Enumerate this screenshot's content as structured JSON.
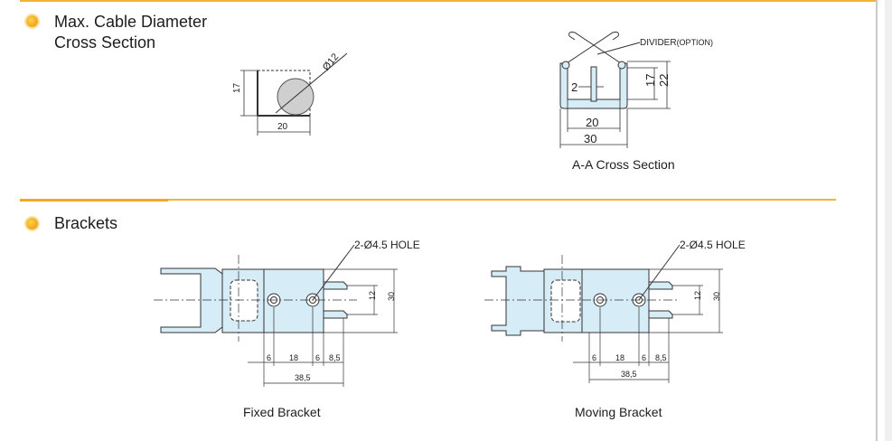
{
  "sections": {
    "cable": {
      "title_line1": "Max. Cable Diameter",
      "title_line2": "Cross Section"
    },
    "brackets": {
      "title": "Brackets"
    }
  },
  "cable_diagram": {
    "diameter": "Ø12",
    "height": "17",
    "width": "20"
  },
  "aa_section": {
    "divider_label": "DIVIDER",
    "divider_option": "(OPTION)",
    "divider_gap": "2",
    "inner_height": "17",
    "outer_height": "22",
    "inner_width": "20",
    "outer_width": "30",
    "caption": "A-A Cross Section"
  },
  "fixed_bracket": {
    "hole_label": "2-Ø4.5 HOLE",
    "dim_a": "6",
    "dim_b": "18",
    "dim_c": "6",
    "dim_d": "8,5",
    "dim_total": "38,5",
    "dim_12": "12",
    "dim_30": "30",
    "caption": "Fixed Bracket"
  },
  "moving_bracket": {
    "hole_label": "2-Ø4.5 HOLE",
    "dim_a": "6",
    "dim_b": "18",
    "dim_c": "6",
    "dim_d": "8,5",
    "dim_total": "38,5",
    "dim_12": "12",
    "dim_30": "30",
    "caption": "Moving Bracket"
  },
  "colors": {
    "accent": "#f5b335",
    "part_fill": "#d6ecf6",
    "line": "#333333"
  }
}
